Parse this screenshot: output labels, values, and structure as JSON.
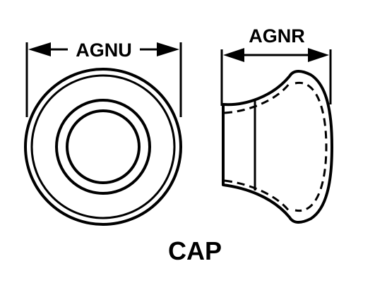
{
  "dimensions": {
    "front_view_label": "AGNU",
    "side_view_label": "AGNR"
  },
  "part_name": "CAP",
  "colors": {
    "ink": "#000000",
    "background": "#ffffff"
  }
}
